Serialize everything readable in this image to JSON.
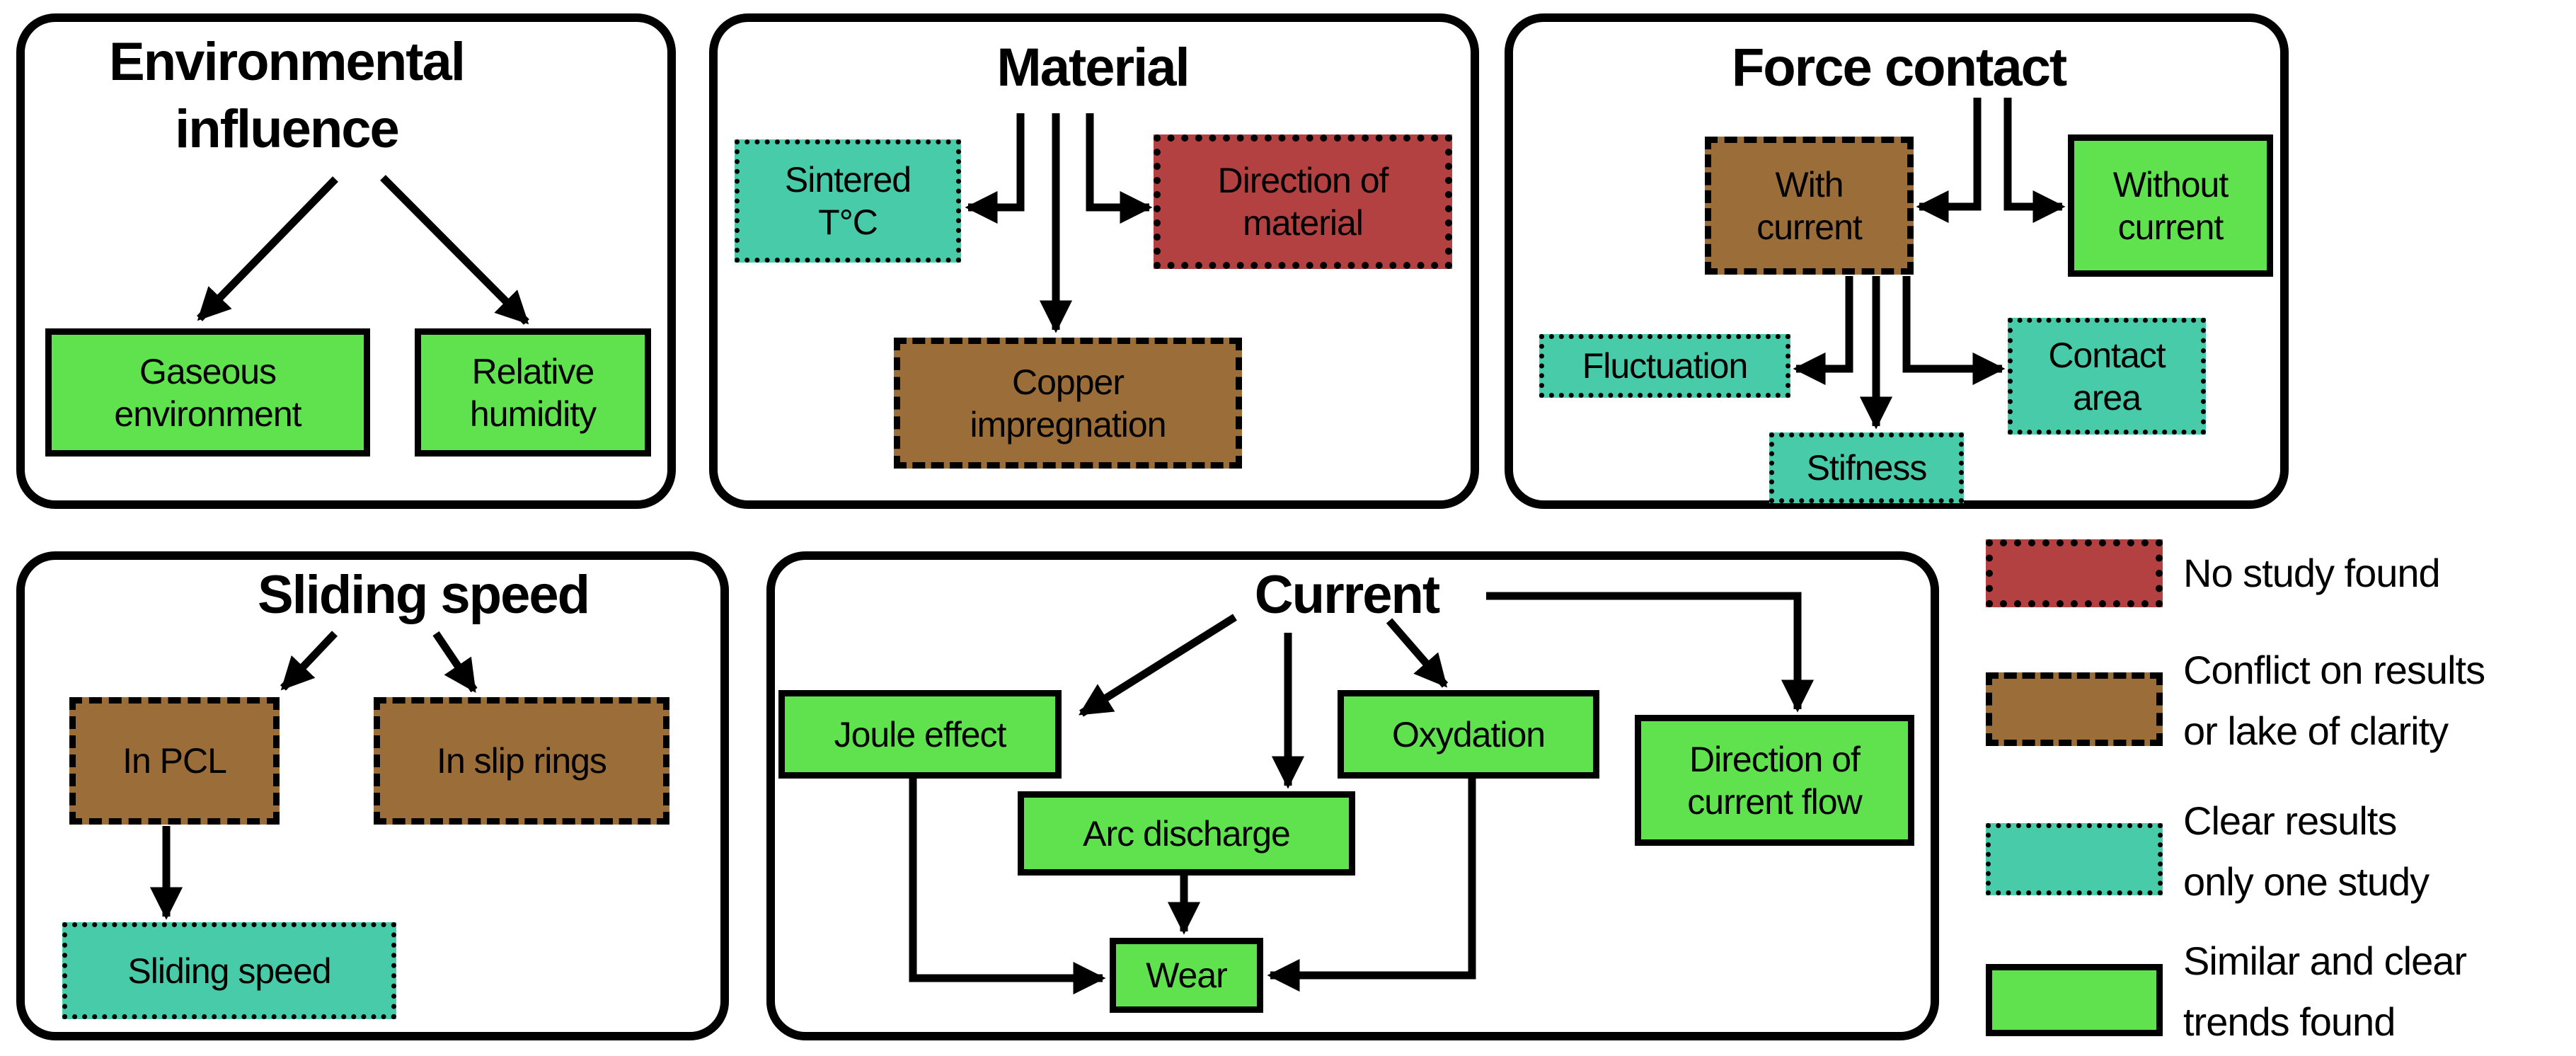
{
  "colors": {
    "similar_clear": "#5fe24e",
    "one_study": "#47cba9",
    "conflict": "#9b6d39",
    "no_study": "#b34142",
    "outline": "#000000",
    "background": "#ffffff"
  },
  "panels": {
    "environmental": {
      "title": "Environmental\ninfluence",
      "nodes": {
        "gaseous": "Gaseous\nenvironment",
        "humidity": "Relative\nhumidity"
      }
    },
    "material": {
      "title": "Material",
      "nodes": {
        "sintered": "Sintered\nT°C",
        "direction_material": "Direction of\nmaterial",
        "copper": "Copper\nimpregnation"
      }
    },
    "force_contact": {
      "title": "Force contact",
      "nodes": {
        "with_current": "With\ncurrent",
        "without_current": "Without\ncurrent",
        "fluctuation": "Fluctuation",
        "stifness": "Stifness",
        "contact_area": "Contact\narea"
      }
    },
    "sliding_speed": {
      "title": "Sliding speed",
      "nodes": {
        "in_pcl": "In PCL",
        "in_slip_rings": "In slip rings",
        "sliding_speed": "Sliding speed"
      }
    },
    "current": {
      "title": "Current",
      "nodes": {
        "joule": "Joule effect",
        "arc": "Arc discharge",
        "oxydation": "Oxydation",
        "direction_flow": "Direction of\ncurrent flow",
        "wear": "Wear"
      }
    }
  },
  "legend": {
    "no_study": "No study found",
    "conflict": "Conflict on results\nor lake of clarity",
    "one_study": "Clear results\nonly one study",
    "similar_clear": "Similar and clear\ntrends found"
  }
}
